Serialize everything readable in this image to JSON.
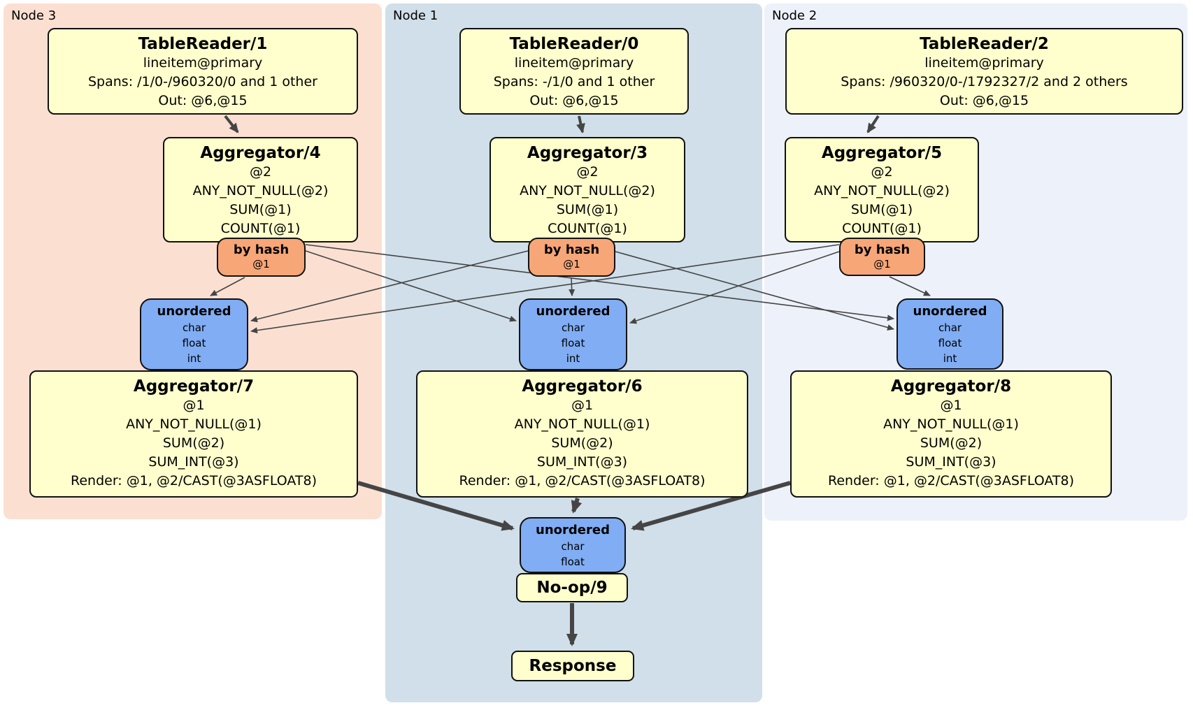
{
  "groups": {
    "node3": {
      "label": "Node 3"
    },
    "node1": {
      "label": "Node 1"
    },
    "node2": {
      "label": "Node 2"
    }
  },
  "processors": {
    "tr1": {
      "title": "TableReader/1",
      "lines": [
        "lineitem@primary",
        "Spans: /1/0-/960320/0 and 1 other",
        "Out: @6,@15"
      ]
    },
    "tr0": {
      "title": "TableReader/0",
      "lines": [
        "lineitem@primary",
        "Spans: -/1/0 and 1 other",
        "Out: @6,@15"
      ]
    },
    "tr2": {
      "title": "TableReader/2",
      "lines": [
        "lineitem@primary",
        "Spans: /960320/0-/1792327/2 and 2 others",
        "Out: @6,@15"
      ]
    },
    "agg4": {
      "title": "Aggregator/4",
      "lines": [
        "@2",
        "ANY_NOT_NULL(@2)",
        "SUM(@1)",
        "COUNT(@1)"
      ]
    },
    "agg3": {
      "title": "Aggregator/3",
      "lines": [
        "@2",
        "ANY_NOT_NULL(@2)",
        "SUM(@1)",
        "COUNT(@1)"
      ]
    },
    "agg5": {
      "title": "Aggregator/5",
      "lines": [
        "@2",
        "ANY_NOT_NULL(@2)",
        "SUM(@1)",
        "COUNT(@1)"
      ]
    },
    "agg7": {
      "title": "Aggregator/7",
      "lines": [
        "@1",
        "ANY_NOT_NULL(@1)",
        "SUM(@2)",
        "SUM_INT(@3)",
        "Render: @1, @2/CAST(@3ASFLOAT8)"
      ]
    },
    "agg6": {
      "title": "Aggregator/6",
      "lines": [
        "@1",
        "ANY_NOT_NULL(@1)",
        "SUM(@2)",
        "SUM_INT(@3)",
        "Render: @1, @2/CAST(@3ASFLOAT8)"
      ]
    },
    "agg8": {
      "title": "Aggregator/8",
      "lines": [
        "@1",
        "ANY_NOT_NULL(@1)",
        "SUM(@2)",
        "SUM_INT(@3)",
        "Render: @1, @2/CAST(@3ASFLOAT8)"
      ]
    },
    "noop": {
      "title": "No-op/9"
    },
    "response": {
      "title": "Response"
    }
  },
  "routers": {
    "bh3": {
      "title": "by hash",
      "detail": "@1"
    },
    "bh1": {
      "title": "by hash",
      "detail": "@1"
    },
    "bh2": {
      "title": "by hash",
      "detail": "@1"
    }
  },
  "syncs": {
    "un3": {
      "title": "unordered",
      "lines": [
        "char",
        "float",
        "int"
      ]
    },
    "un1": {
      "title": "unordered",
      "lines": [
        "char",
        "float",
        "int"
      ]
    },
    "un2": {
      "title": "unordered",
      "lines": [
        "char",
        "float",
        "int"
      ]
    },
    "unfinal": {
      "title": "unordered",
      "lines": [
        "char",
        "float"
      ]
    }
  },
  "colors": {
    "processor_fill": "#ffffcd",
    "router_fill": "#f7a678",
    "sync_fill": "#80adf4",
    "node3_bg": "#fbe0d2",
    "node1_bg": "#d0dfe9",
    "node2_bg": "#edf1f9",
    "edge": "#454545",
    "border": "#111111"
  }
}
